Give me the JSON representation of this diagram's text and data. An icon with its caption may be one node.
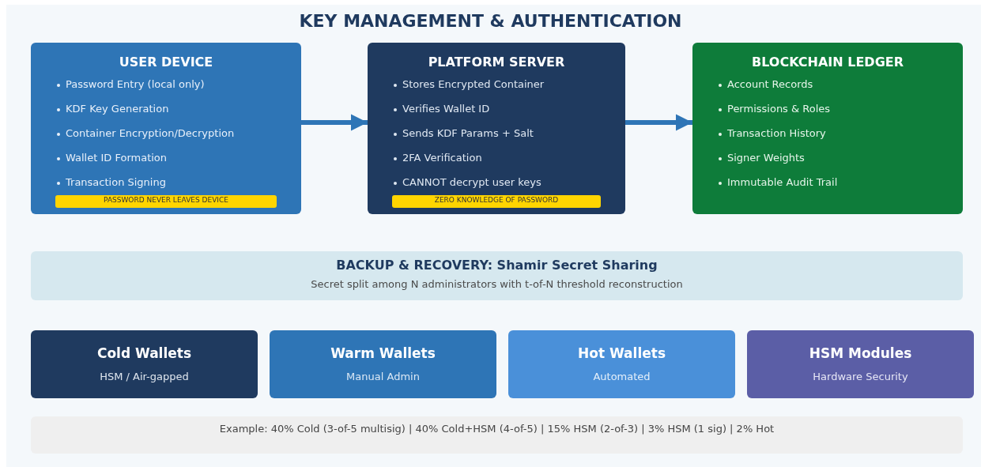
{
  "diagram": {
    "title": "KEY MANAGEMENT & AUTHENTICATION",
    "nodes": [
      {
        "text": [
          "USER DEVICE",
          "Password Entry (local only)",
          "KDF Key Generation",
          "Container Encryption/Decryption",
          "Wallet ID Formation",
          "Transaction Signing"
        ]
      },
      {
        "text": [
          "PASSWORD NEVER LEAVES DEVICE"
        ],
        "in": 0
      },
      {
        "text": [
          "PLATFORM SERVER",
          "Stores Encrypted Container",
          "Verifies Wallet ID",
          "Sends KDF Params + Salt",
          "2FA Verification",
          "CANNOT decrypt user keys"
        ]
      },
      {
        "text": [
          "ZERO KNOWLEDGE OF PASSWORD"
        ],
        "in": 2
      },
      {
        "text": [
          "BLOCKCHAIN LEDGER",
          "Account Records",
          "Permissions & Roles",
          "Transaction History",
          "Signer Weights",
          "Immutable Audit Trail"
        ]
      },
      {
        "text": [
          "BACKUP & RECOVERY: Shamir Secret Sharing",
          "Secret split among N administrators with t-of-N threshold reconstruction"
        ]
      },
      {
        "text": [
          "Cold Wallets",
          "HSM / Air-gapped"
        ]
      },
      {
        "text": [
          "Warm Wallets",
          "Manual Admin"
        ]
      },
      {
        "text": [
          "Hot Wallets",
          "Automated"
        ]
      },
      {
        "text": [
          "HSM Modules",
          "Hardware Security"
        ]
      },
      {
        "text": [
          "Example: 40% Cold (3-of-5 multisig) | 40% Cold+HSM (4-of-5) | 15% HSM (2-of-3) | 3% HSM (1 sig) | 2% Hot"
        ]
      }
    ],
    "edges": [
      {
        "from": 0,
        "to": 2,
        "arrow": "to"
      },
      {
        "from": 2,
        "to": 4,
        "arrow": "to"
      }
    ]
  }
}
